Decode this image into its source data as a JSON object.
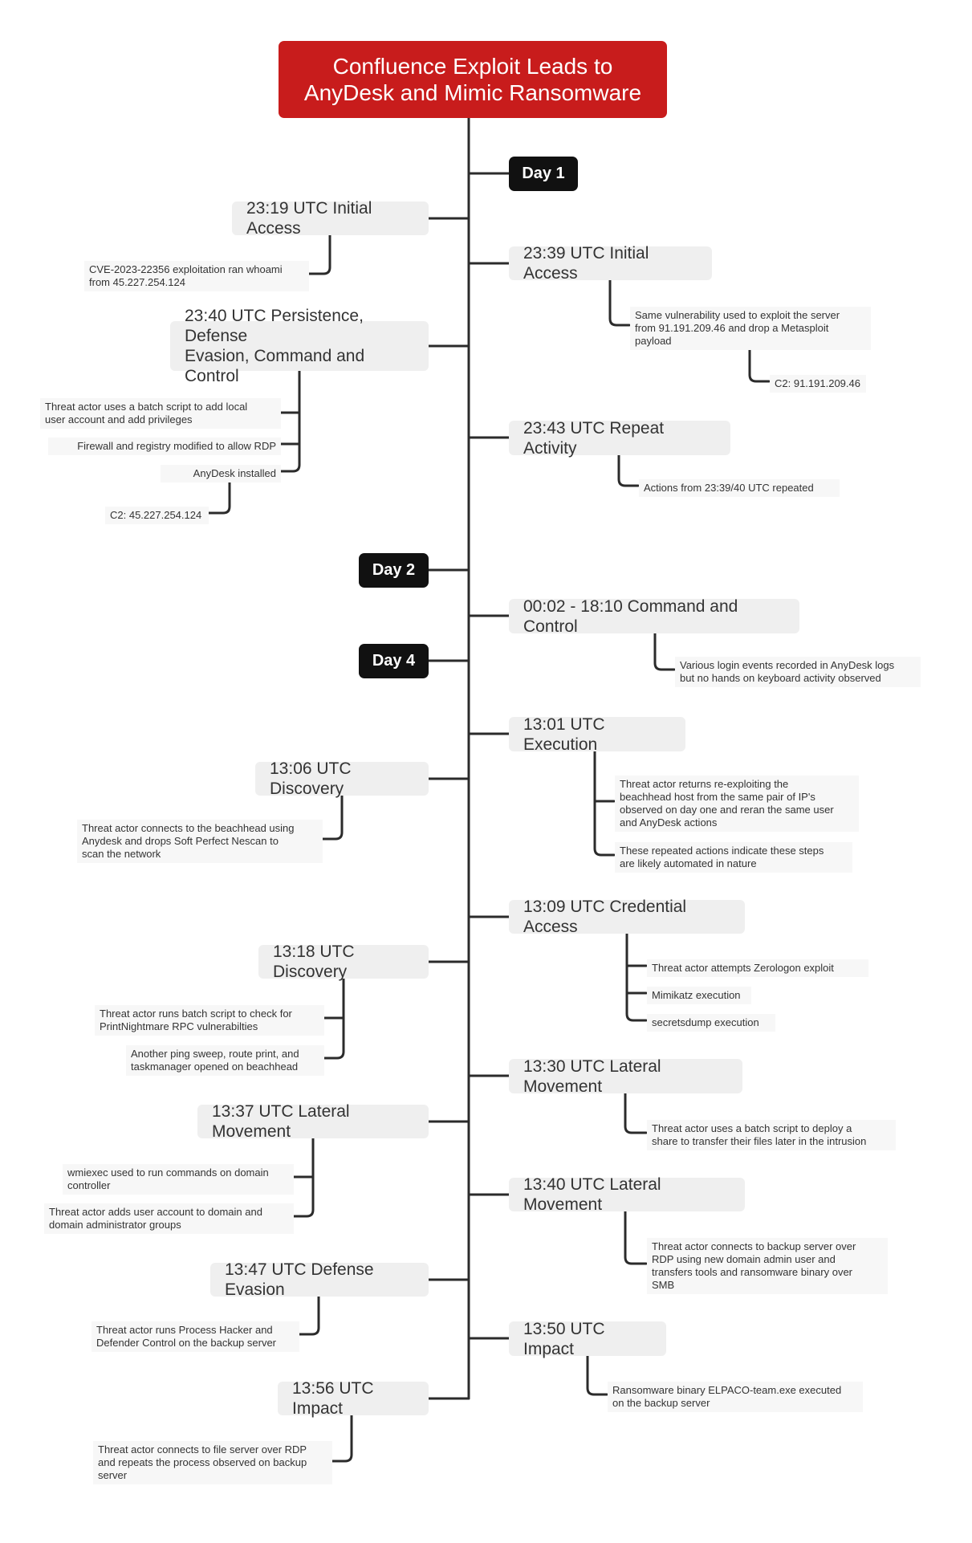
{
  "title": "Confluence Exploit Leads to\nAnyDesk and Mimic Ransomware",
  "days": {
    "day1": "Day 1",
    "day2": "Day 2",
    "day4": "Day 4"
  },
  "events": {
    "e1": {
      "label": "23:19 UTC Initial Access",
      "details": [
        "CVE-2023-22356 exploitation ran whoami\nfrom 45.227.254.124"
      ]
    },
    "e2": {
      "label": "23:39 UTC Initial Access",
      "details": [
        "Same vulnerability used to exploit the server\nfrom 91.191.209.46 and drop a Metasploit\npayload",
        "C2: 91.191.209.46"
      ]
    },
    "e3": {
      "label": "23:40 UTC Persistence, Defense\nEvasion, Command and Control",
      "details": [
        "Threat actor uses a batch script to add local\nuser account and add privileges",
        "Firewall and registry modified to allow RDP",
        "AnyDesk installed",
        "C2: 45.227.254.124"
      ]
    },
    "e4": {
      "label": "23:43 UTC Repeat Activity",
      "details": [
        "Actions from 23:39/40 UTC repeated"
      ]
    },
    "e5": {
      "label": "00:02 - 18:10 Command and Control",
      "details": [
        "Various login events recorded in AnyDesk logs\nbut no hands on keyboard activity observed"
      ]
    },
    "e6": {
      "label": "13:01 UTC Execution",
      "details": [
        "Threat actor returns re-exploiting the\nbeachhead host from the same pair of IP's\nobserved on day one and reran the same user\nand AnyDesk actions",
        "These repeated actions indicate these steps\nare likely automated in nature"
      ]
    },
    "e7": {
      "label": "13:06 UTC Discovery",
      "details": [
        "Threat actor connects to the beachhead using\nAnydesk and drops Soft Perfect Nescan to\nscan the network"
      ]
    },
    "e8": {
      "label": "13:09 UTC Credential Access",
      "details": [
        "Threat actor attempts Zerologon exploit",
        "Mimikatz execution",
        "secretsdump execution"
      ]
    },
    "e9": {
      "label": "13:18 UTC Discovery",
      "details": [
        "Threat actor runs batch script to check for\nPrintNightmare RPC vulnerabilties",
        "Another ping sweep, route print, and\ntaskmanager opened on beachhead"
      ]
    },
    "e10": {
      "label": "13:30 UTC Lateral Movement",
      "details": [
        "Threat actor uses a batch script to deploy a\nshare to transfer their files later in the intrusion"
      ]
    },
    "e11": {
      "label": "13:37 UTC Lateral Movement",
      "details": [
        "wmiexec used to run commands on domain\ncontroller",
        "Threat actor adds user account to domain and\ndomain administrator groups"
      ]
    },
    "e12": {
      "label": "13:40 UTC Lateral Movement",
      "details": [
        "Threat actor connects to backup server over\nRDP using new domain admin user and\ntransfers tools and ransomware binary over\nSMB"
      ]
    },
    "e13": {
      "label": "13:47 UTC Defense Evasion",
      "details": [
        "Threat actor runs Process Hacker and\nDefender Control on the backup server"
      ]
    },
    "e14": {
      "label": "13:50 UTC Impact",
      "details": [
        "Ransomware binary ELPACO-team.exe executed\non the backup server"
      ]
    },
    "e15": {
      "label": "13:56 UTC Impact",
      "details": [
        "Threat actor connects to file server over RDP\nand repeats the process observed on backup\nserver"
      ]
    }
  }
}
